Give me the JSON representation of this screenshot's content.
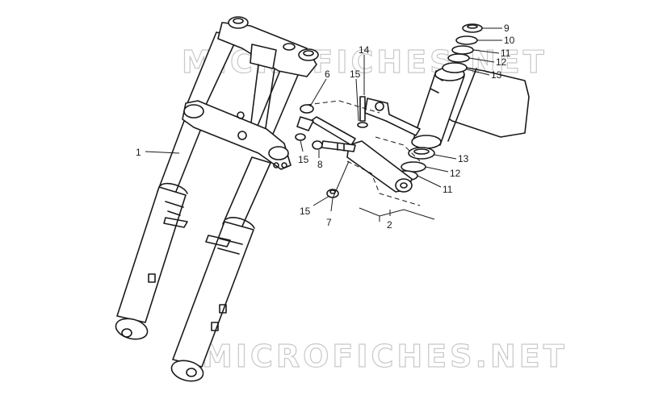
{
  "watermark": "MICROFICHES.NET",
  "callouts": [
    {
      "id": "c1",
      "label": "1"
    },
    {
      "id": "c2",
      "label": "2"
    },
    {
      "id": "c6",
      "label": "6"
    },
    {
      "id": "c7",
      "label": "7"
    },
    {
      "id": "c8",
      "label": "8"
    },
    {
      "id": "c9",
      "label": "9"
    },
    {
      "id": "c10",
      "label": "10"
    },
    {
      "id": "c11a",
      "label": "11"
    },
    {
      "id": "c11b",
      "label": "11"
    },
    {
      "id": "c12a",
      "label": "12"
    },
    {
      "id": "c12b",
      "label": "12"
    },
    {
      "id": "c13a",
      "label": "13"
    },
    {
      "id": "c13b",
      "label": "13"
    },
    {
      "id": "c14",
      "label": "14"
    },
    {
      "id": "c15a",
      "label": "15"
    },
    {
      "id": "c15b",
      "label": "15"
    },
    {
      "id": "c15c",
      "label": "15"
    }
  ],
  "colors": {
    "line": "#1a1a1a",
    "watermark": "#c8c8c8",
    "background": "#ffffff"
  }
}
